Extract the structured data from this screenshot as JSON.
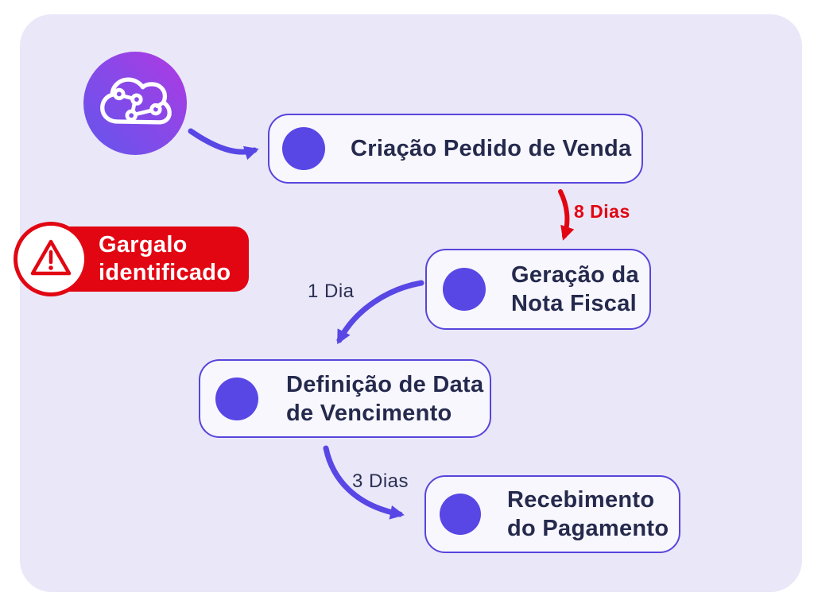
{
  "page": {
    "background": "#FFFFFF",
    "panel_background": "#EAE7F8"
  },
  "colors": {
    "accent_purple": "#5847E5",
    "box_border_purple": "#5745DC",
    "box_background": "#F8F7FE",
    "text_navy": "#252A4D",
    "alert_red": "#E20613",
    "icon_gradient_start": "#6455EC",
    "icon_gradient_end": "#B138E2"
  },
  "icons": {
    "ai_cloud": "cloud-circuit-icon",
    "warning": "warning-triangle-icon"
  },
  "alert_badge": {
    "label": "Gargalo\nidentificado"
  },
  "flow": {
    "steps": [
      {
        "id": "criacao-pedido-venda",
        "label": "Criação Pedido de Venda"
      },
      {
        "id": "geracao-nota-fiscal",
        "label": "Geração da\nNota Fiscal"
      },
      {
        "id": "definicao-data-vencimento",
        "label": "Definição de Data\nde Vencimento"
      },
      {
        "id": "recebimento-pagamento",
        "label": "Recebimento\ndo Pagamento"
      }
    ],
    "edges": [
      {
        "from": 0,
        "to": 1,
        "label": "8 Dias",
        "bottleneck": true
      },
      {
        "from": 1,
        "to": 2,
        "label": "1 Dia",
        "bottleneck": false
      },
      {
        "from": 2,
        "to": 3,
        "label": "3 Dias",
        "bottleneck": false
      }
    ]
  }
}
